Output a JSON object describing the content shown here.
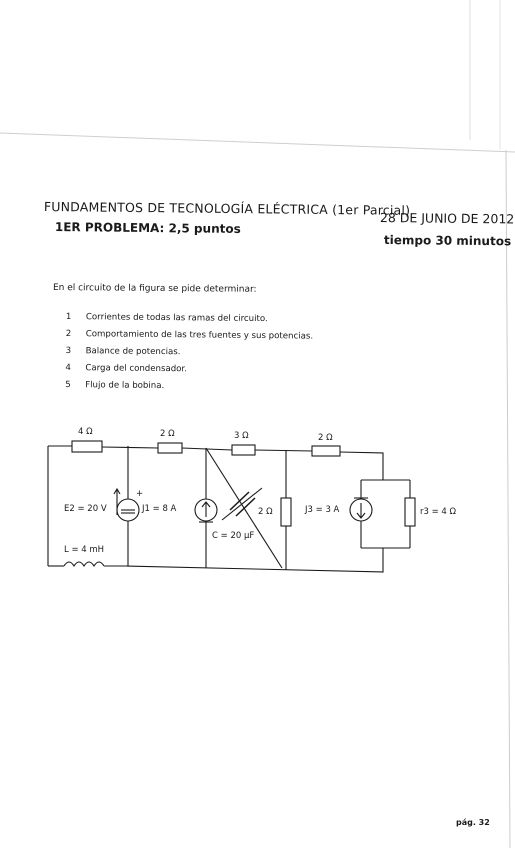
{
  "header": {
    "title": "FUNDAMENTOS DE TECNOLOGÍA ELÉCTRICA (1er Parcial)",
    "date": "28 DE JUNIO DE 2012",
    "problem": "1ER PROBLEMA: 2,5 puntos",
    "time": "tiempo 30 minutos"
  },
  "intro": "En el circuito de la figura se pide determinar:",
  "questions": [
    {
      "num": "1",
      "text": "Corrientes de todas las ramas del circuito."
    },
    {
      "num": "2",
      "text": "Comportamiento de las tres fuentes y sus potencias."
    },
    {
      "num": "3",
      "text": "Balance de potencias."
    },
    {
      "num": "4",
      "text": "Carga del condensador."
    },
    {
      "num": "5",
      "text": "Flujo de la bobina."
    }
  ],
  "circuit": {
    "r1": "4 Ω",
    "r2": "2 Ω",
    "r3": "3 Ω",
    "r4": "2 Ω",
    "r5": "2 Ω",
    "r6": "r3 = 4 Ω",
    "e2": "E2 = 20 V",
    "j1": "J1 = 8 A",
    "j3": "J3 = 3 A",
    "cap": "C = 20 µF",
    "ind": "L = 4 mH",
    "plus": "+"
  },
  "footer": {
    "page": "pág. 32"
  }
}
